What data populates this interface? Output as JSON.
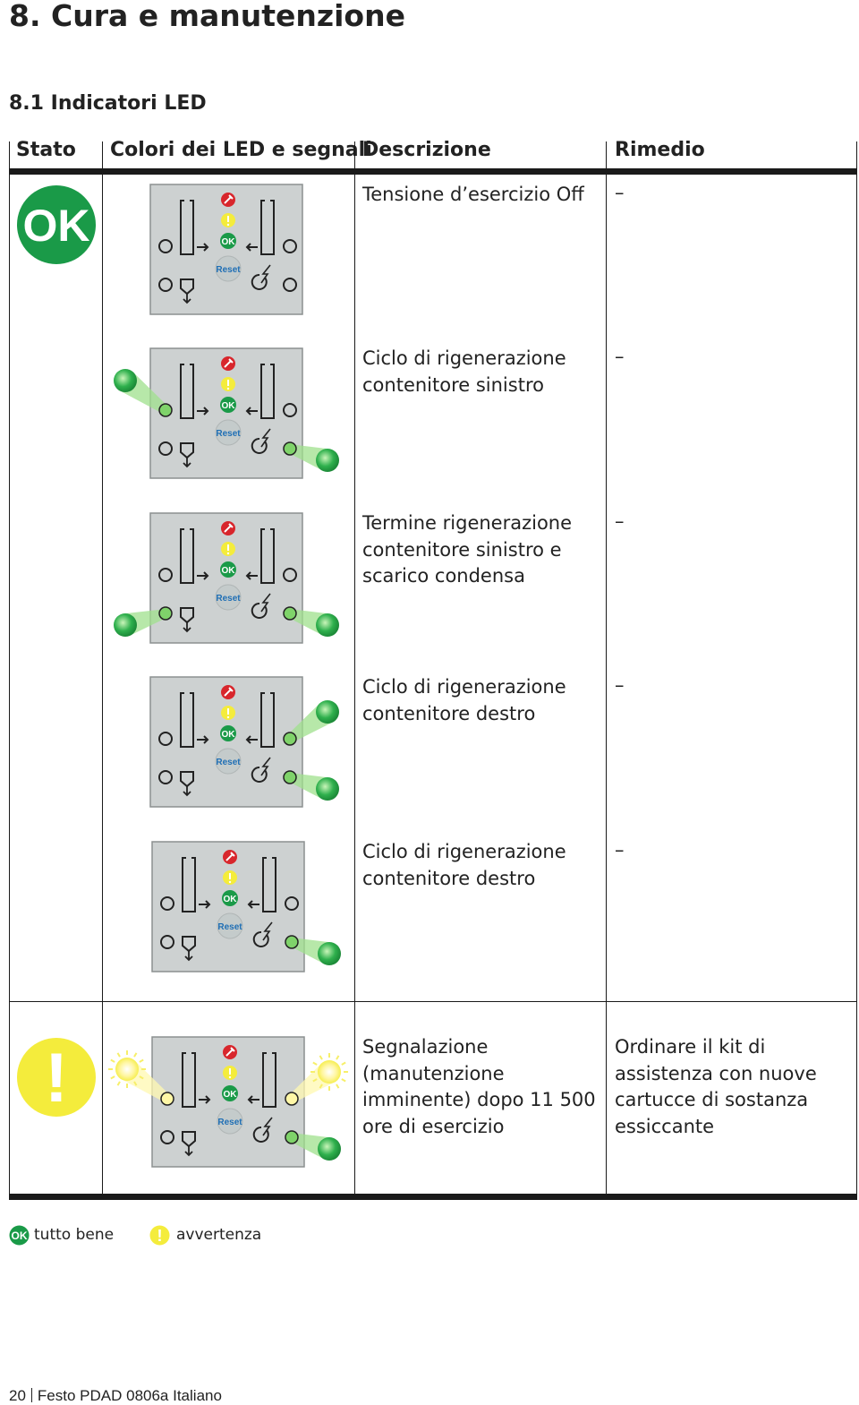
{
  "page_title": "8. Cura e manutenzione",
  "section_title": "8.1 Indicatori LED",
  "table": {
    "headers": [
      "Stato",
      "Colori dei LED e segnali",
      "Descrizione",
      "Rimedio"
    ],
    "rows": [
      {
        "status": "OK",
        "description": "Tensione d’esercizio Off",
        "remedy": "–",
        "leds": {
          "left_top": false,
          "left_bottom": false,
          "right_top": false,
          "right_bottom": false
        }
      },
      {
        "status": "",
        "description": "Ciclo di rigenerazione contenitore sinistro",
        "remedy": "–",
        "leds": {
          "left_top": true,
          "left_bottom": false,
          "right_top": false,
          "right_bottom": true
        }
      },
      {
        "status": "",
        "description": "Termine rigenerazione contenitore sinistro e scarico condensa",
        "remedy": "–",
        "leds": {
          "left_top": false,
          "left_bottom": true,
          "right_top": false,
          "right_bottom": true
        }
      },
      {
        "status": "",
        "description": "Ciclo di rigenerazione contenitore destro",
        "remedy": "–",
        "leds": {
          "left_top": false,
          "left_bottom": false,
          "right_top": true,
          "right_bottom": true
        }
      },
      {
        "status": "",
        "description": "Ciclo di rigenerazione contenitore destro",
        "remedy": "–",
        "leds": {
          "left_top": false,
          "left_bottom": false,
          "right_top": false,
          "right_bottom": true
        }
      },
      {
        "status": "!",
        "description": "Segnalazione (manutenzione imminente) dopo 11 500 ore di esercizio",
        "remedy": "Ordinare il kit di assistenza con nuove cartucce di sostanza essiccante",
        "leds": {
          "left_top": "yellow",
          "left_bottom": false,
          "right_top": "yellow",
          "right_bottom": true
        }
      }
    ]
  },
  "panel_labels": {
    "ok": "OK",
    "reset": "Reset"
  },
  "legend": [
    {
      "icon": "ok-icon",
      "icon_text": "OK",
      "label": "tutto bene"
    },
    {
      "icon": "warning-icon",
      "icon_text": "!",
      "label": "avvertenza"
    }
  ],
  "footer": {
    "page_number": "20",
    "document": "Festo PDAD 0806a Italiano"
  },
  "colors": {
    "ok_green": "#1a9a48",
    "led_green": "#2fb04d",
    "warning_yellow": "#f4ec3c",
    "wrench_red": "#d8262c",
    "panel_grey": "#cdd1d1"
  }
}
